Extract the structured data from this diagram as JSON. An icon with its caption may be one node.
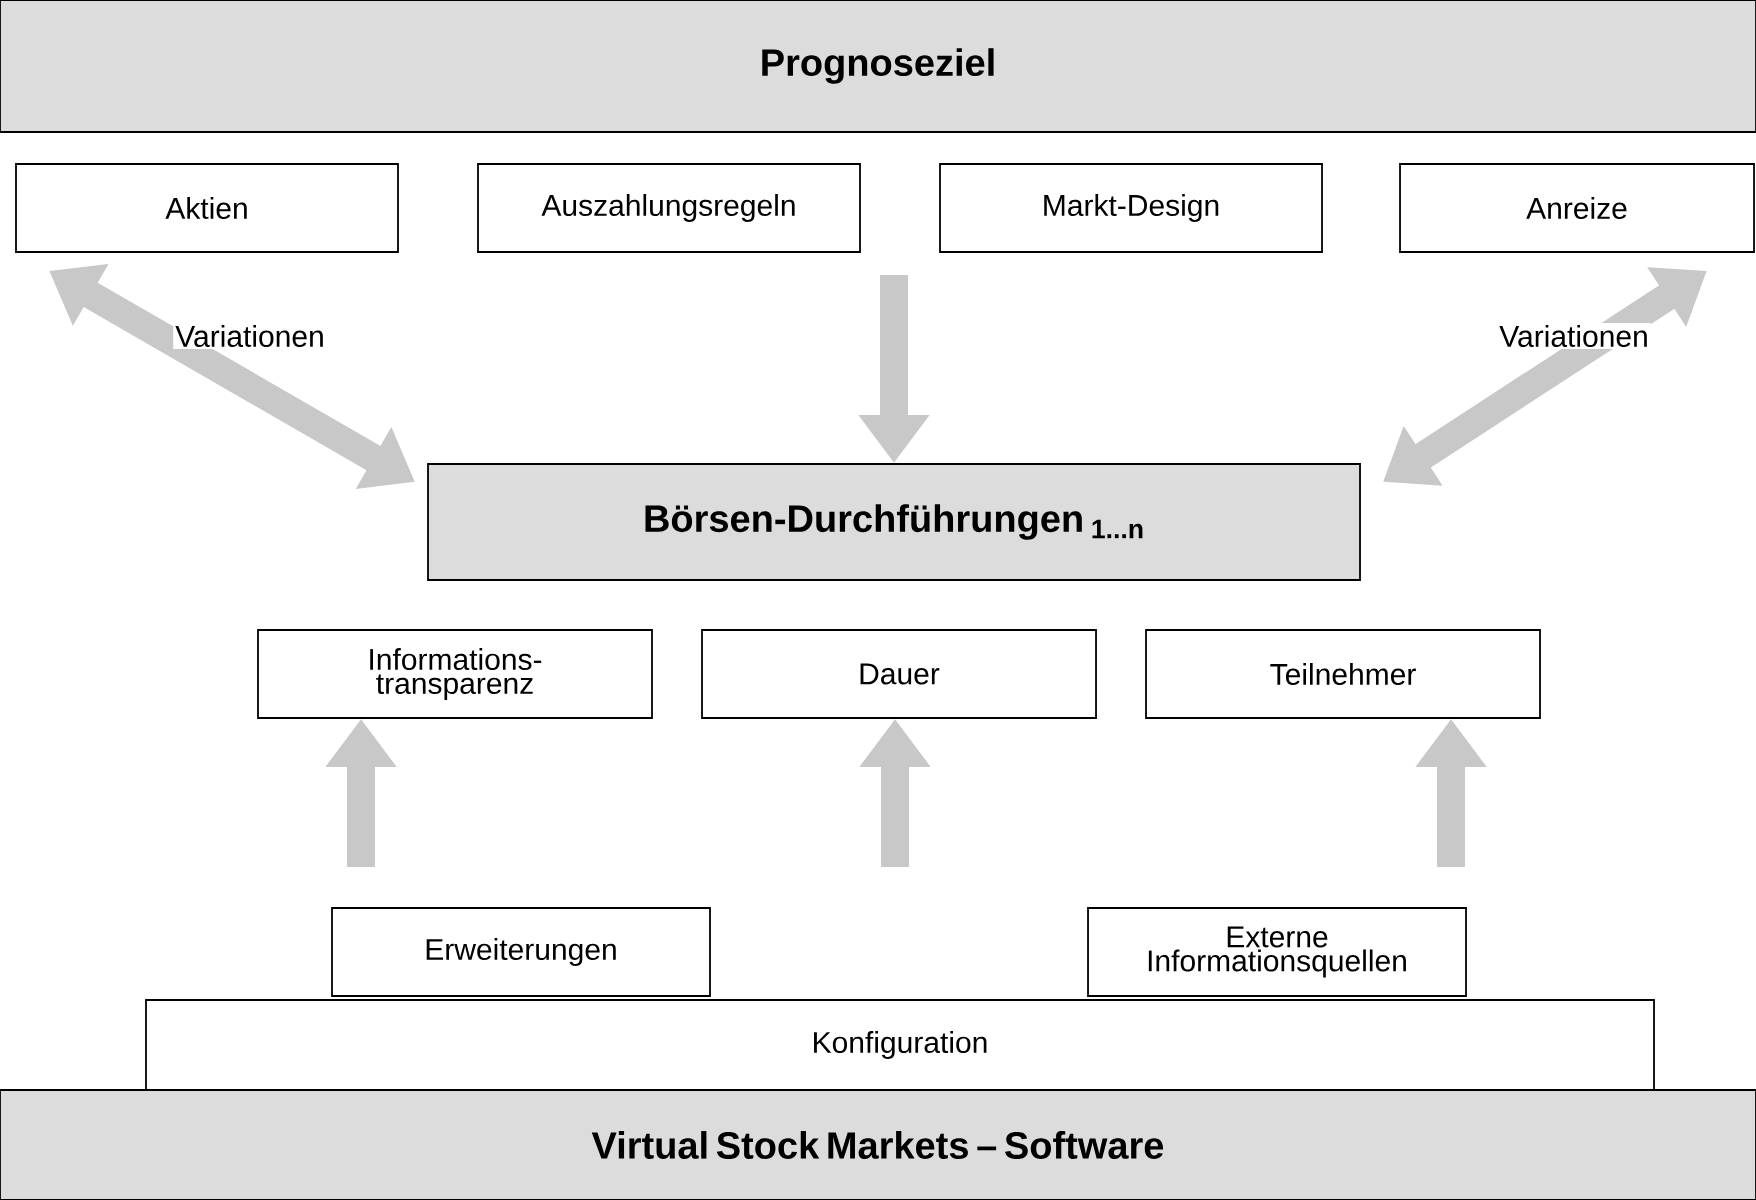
{
  "diagram": {
    "nodes": [
      {
        "text": [
          "Prognoseziel"
        ]
      },
      {
        "text": [
          "Aktien"
        ]
      },
      {
        "text": [
          "Auszahlungsregeln"
        ]
      },
      {
        "text": [
          "Markt-Design"
        ]
      },
      {
        "text": [
          "Anreize"
        ]
      },
      {
        "text": [
          "Börsen-Durchführungen $_{1...n}$"
        ]
      },
      {
        "text": [
          "Informations- transparenz"
        ]
      },
      {
        "text": [
          "Dauer"
        ]
      },
      {
        "text": [
          "Teilnehmer"
        ]
      },
      {
        "text": [
          "Erweiterungen"
        ]
      },
      {
        "text": [
          "Externe Informationsquellen"
        ]
      },
      {
        "text": [
          "Konfiguration"
        ]
      },
      {
        "text": [
          "Virtual Stock Markets – Software"
        ]
      }
    ],
    "edges": [
      {
        "from": 1,
        "to": 5,
        "arrow": "both",
        "label": "Variationen"
      },
      {
        "from": 4,
        "to": 5,
        "arrow": "both",
        "label": "Variationen"
      },
      {
        "from": null,
        "to": 5,
        "arrow": "to"
      },
      {
        "from": null,
        "to": 6,
        "arrow": "to"
      },
      {
        "from": null,
        "to": 7,
        "arrow": "to"
      },
      {
        "from": null,
        "to": 8,
        "arrow": "to"
      }
    ]
  }
}
